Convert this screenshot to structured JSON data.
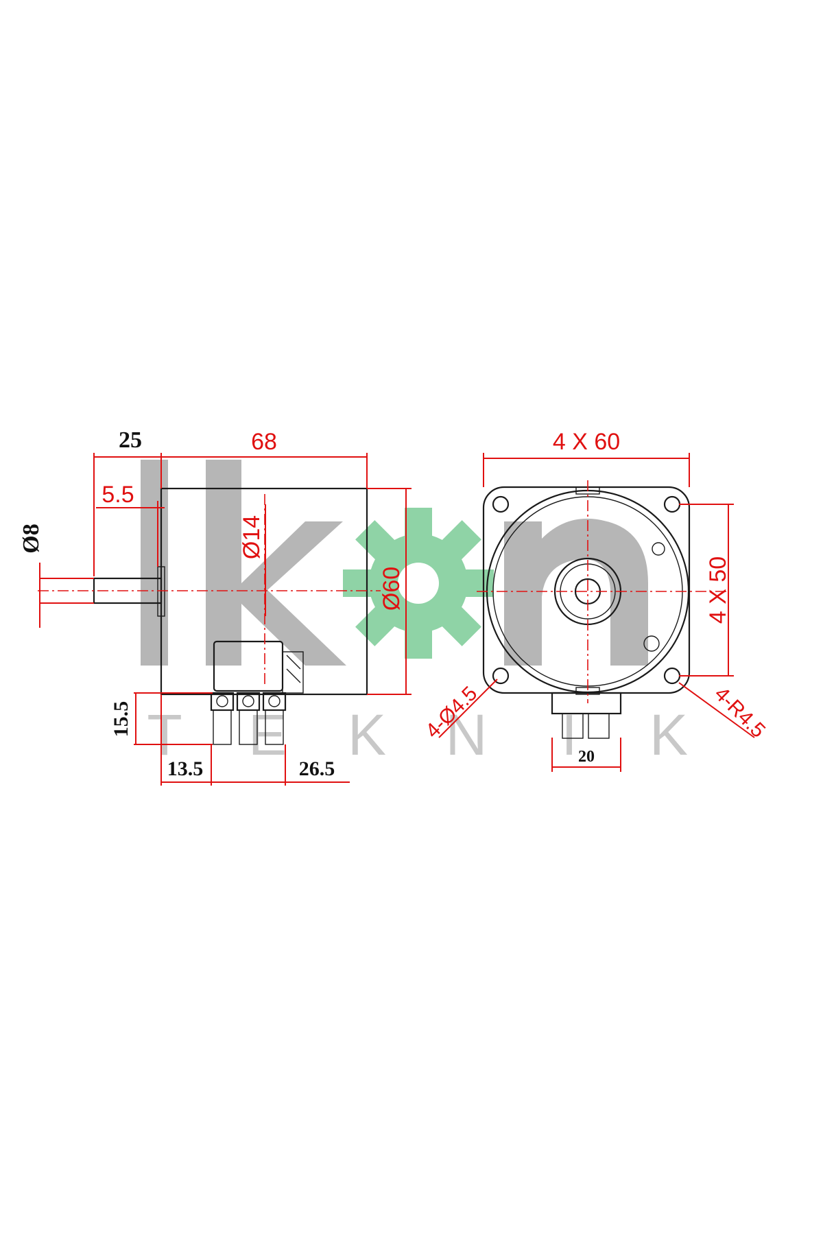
{
  "watermark": {
    "brand_letters": "ikon",
    "subtitle_letters": [
      "T",
      "E",
      "K",
      "N",
      "I",
      "K"
    ],
    "gear_color": "#8fd3a6"
  },
  "side_view": {
    "shaft_length": "25",
    "body_length": "68",
    "flange_thickness": "5.5",
    "shaft_diameter": "Ø8",
    "boss_diameter": "Ø14",
    "body_diameter": "Ø60",
    "terminal_height": "15.5",
    "terminal_offset": "13.5",
    "terminal_width": "26.5"
  },
  "front_view": {
    "flange_size": "4 X 60",
    "hole_spacing": "4 X 50",
    "hole_diameter": "4-Ø4.5",
    "corner_radius": "4-R4.5",
    "connector_width": "20"
  },
  "colors": {
    "dimension": "#e01010",
    "outline": "#1a1a1a",
    "watermark": "#a9a9a9"
  }
}
